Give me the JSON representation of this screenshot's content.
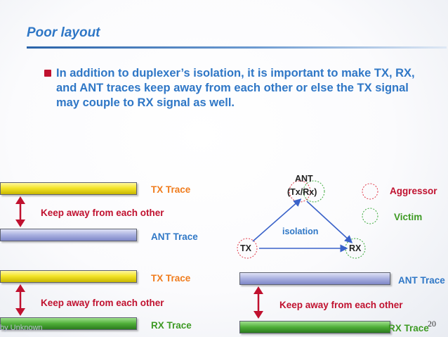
{
  "slide": {
    "title": "Poor layout",
    "bullet": "In addition to duplexer’s isolation, it is important to make TX, RX, and ANT traces keep away from each other or else the TX signal may couple to RX signal as well.",
    "page_number": "20",
    "footer_partial": "by Unknown"
  },
  "left_top": {
    "tx_trace": "TX Trace",
    "keep_away": "Keep away from each other",
    "ant_trace": "ANT Trace"
  },
  "left_bottom": {
    "tx_trace": "TX Trace",
    "keep_away": "Keep away from each other",
    "rx_trace": "RX Trace"
  },
  "triangle": {
    "ant_line1": "ANT",
    "ant_line2": "(Tx/Rx)",
    "tx": "TX",
    "rx": "RX",
    "isolation": "isolation"
  },
  "legend": {
    "aggressor": "Aggressor",
    "victim": "Victim",
    "aggressor_color": "#e03a4a",
    "victim_color": "#3aaa3a"
  },
  "right_bottom": {
    "ant_trace": "ANT Trace",
    "keep_away": "Keep away from each other",
    "rx_trace": "RX Trace"
  },
  "colors": {
    "title_blue": "#2f77c6",
    "trace_label_orange": "#f07c1d",
    "keep_red": "#c0112f",
    "arrow_blue": "#3a62c9"
  }
}
